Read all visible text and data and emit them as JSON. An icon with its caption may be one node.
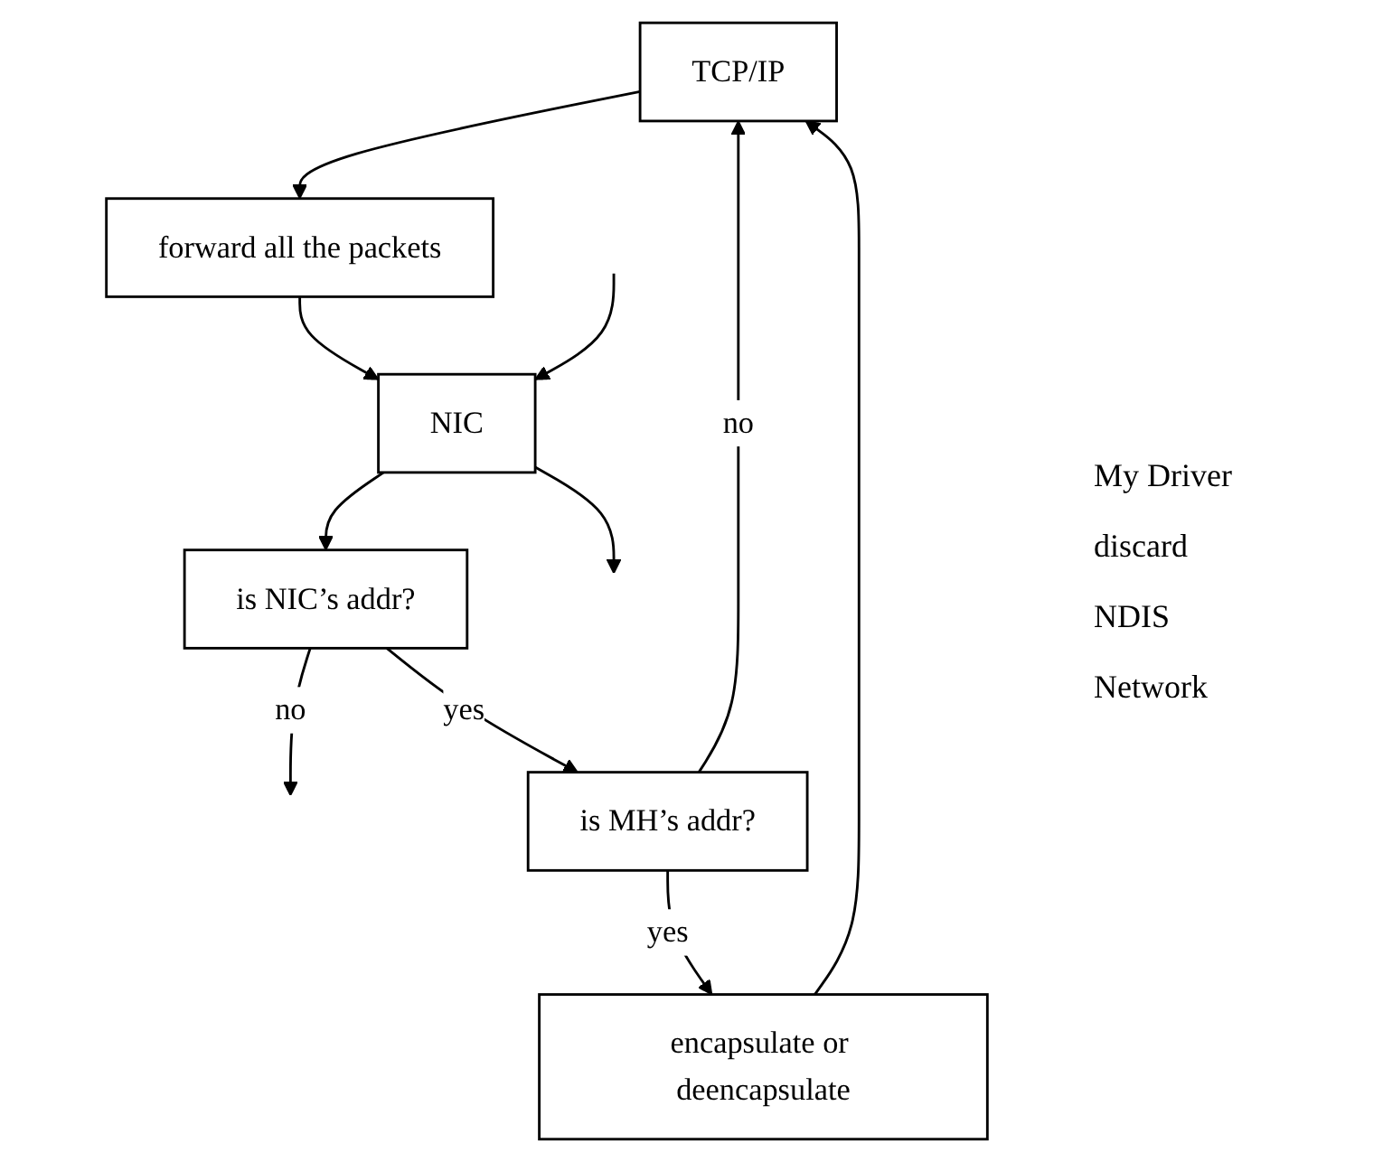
{
  "diagram": {
    "nodes": [
      {
        "text": [
          "TCP/IP"
        ]
      },
      {
        "text": [
          "encapsulate or deencapsulate"
        ]
      },
      {
        "text": [
          "is MH’s addr?"
        ]
      },
      {
        "text": [
          "is NIC’s addr?"
        ]
      },
      {
        "text": [
          "forward all the packets"
        ]
      },
      {
        "text": [
          "NIC"
        ]
      }
    ],
    "edges": [
      {
        "from": 1,
        "to": 0,
        "arrow": "to"
      },
      {
        "from": 2,
        "to": 0,
        "arrow": "to",
        "label": "no"
      },
      {
        "from": 3,
        "to": null,
        "arrow": "to",
        "label": "no"
      },
      {
        "from": 0,
        "to": 4,
        "arrow": "to"
      },
      {
        "from": 2,
        "to": 1,
        "arrow": "to",
        "label": "yes"
      },
      {
        "from": 3,
        "to": 2,
        "arrow": "to",
        "label": "yes"
      },
      {
        "from": 4,
        "to": 5,
        "arrow": "to"
      },
      {
        "from": 5,
        "to": 3,
        "arrow": "to"
      },
      {
        "from": 5,
        "to": null,
        "arrow": "to"
      },
      {
        "from": null,
        "to": 5,
        "arrow": "to"
      }
    ],
    "labels": [
      "My Driver",
      "discard",
      "NDIS",
      "Network"
    ]
  }
}
